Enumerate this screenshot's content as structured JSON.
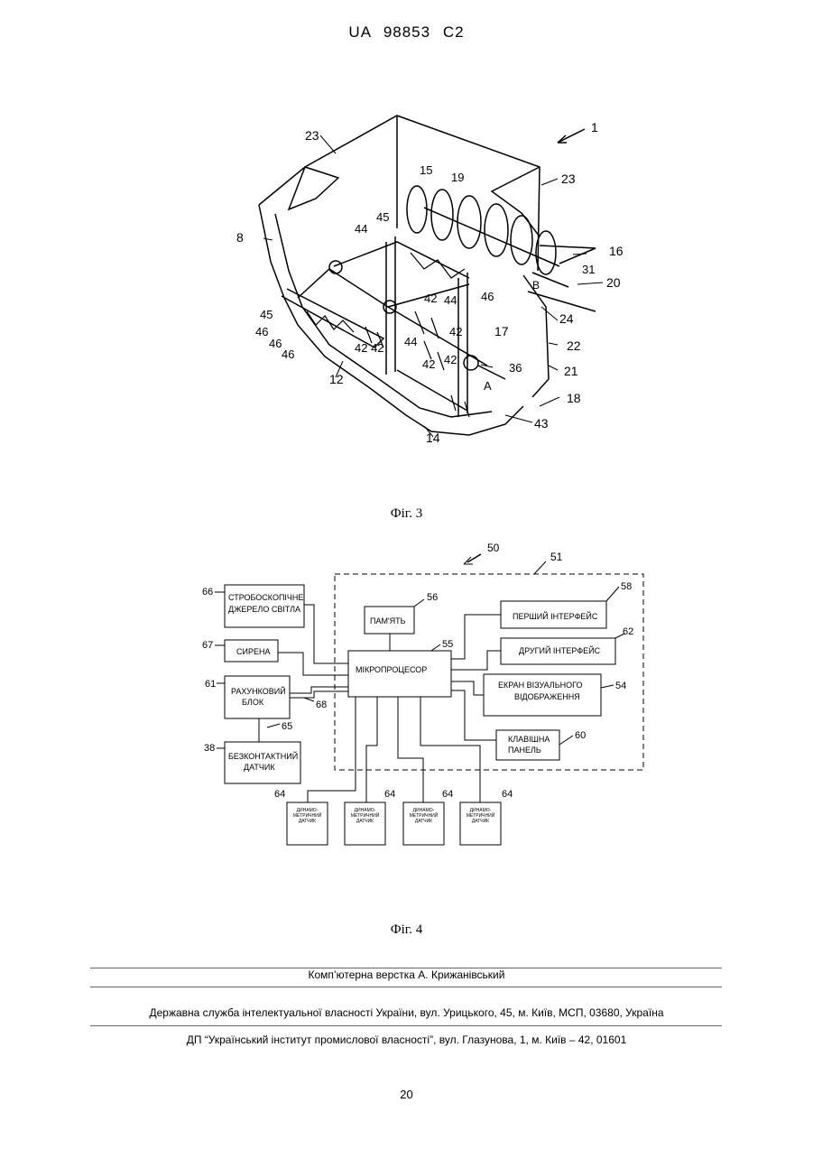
{
  "header": {
    "title": "UA   98853   C2"
  },
  "fig3": {
    "caption": "Фіг. 3",
    "labels": {
      "l1": "1",
      "l23a": "23",
      "l23b": "23",
      "l15": "15",
      "l19": "19",
      "l16": "16",
      "l8": "8",
      "l44a": "44",
      "l45a": "45",
      "l31": "31",
      "lB": "B",
      "l20": "20",
      "l45b": "45",
      "l46a": "46",
      "l46b": "46",
      "l46c": "46",
      "l46d": "46",
      "l42a": "42",
      "l44b": "44",
      "l42b": "42",
      "l17": "17",
      "l24": "24",
      "l4242": "42 42",
      "l44c": "44",
      "l42c": "42",
      "l42d": "42",
      "l22": "22",
      "l12": "12",
      "l36": "36",
      "lA": "A",
      "l21": "21",
      "l18": "18",
      "l14": "14",
      "l43": "43"
    }
  },
  "fig4": {
    "caption": "Фіг. 4",
    "n50": "50",
    "n51": "51",
    "b66": {
      "num": "66",
      "line1": "СТРОБОСКОПІЧНЕ",
      "line2": "ДЖЕРЕЛО СВІТЛА"
    },
    "b67": {
      "num": "67",
      "text": "СИРЕНА"
    },
    "b61": {
      "num": "61",
      "line1": "РАХУНКОВИЙ",
      "line2": "БЛОК"
    },
    "b38": {
      "num": "38",
      "line1": "БЕЗКОНТАКТНИЙ",
      "line2": "ДАТЧИК"
    },
    "n68": "68",
    "n65": "65",
    "b56": {
      "num": "56",
      "text": "ПАМ'ЯТЬ"
    },
    "b55": {
      "num": "55",
      "text": "МІКРОПРОЦЕСОР"
    },
    "b58": {
      "num": "58",
      "text": "ПЕРШИЙ ІНТЕРФЕЙС"
    },
    "b62": {
      "num": "62",
      "text": "ДРУГИЙ ІНТЕРФЕЙС"
    },
    "b54": {
      "num": "54",
      "line1": "ЕКРАН ВІЗУАЛЬНОГО",
      "line2": "ВІДОБРАЖЕННЯ"
    },
    "b60": {
      "num": "60",
      "line1": "КЛАВІШНА",
      "line2": "ПАНЕЛЬ"
    },
    "sensors": [
      {
        "num": "64",
        "line1": "ДИНАМО-",
        "line2": "МЕТРИЧНИЙ",
        "line3": "ДАТЧИК"
      },
      {
        "num": "64",
        "line1": "ДИНАМО-",
        "line2": "МЕТРИЧНИЙ",
        "line3": "ДАТЧИК"
      },
      {
        "num": "64",
        "line1": "ДИНАМО-",
        "line2": "МЕТРИЧНИЙ",
        "line3": "ДАТЧИК"
      },
      {
        "num": "64",
        "line1": "ДИНАМО-",
        "line2": "МЕТРИЧНИЙ",
        "line3": "ДАТЧИК"
      }
    ]
  },
  "footer": {
    "line1": "Комп’ютерна верстка А. Крижанівський",
    "line2": "Державна служба інтелектуальної власності України, вул. Урицького, 45, м. Київ, МСП, 03680, Україна",
    "line3": "ДП “Український інститут промислової власності”, вул. Глазунова, 1, м. Київ – 42, 01601"
  },
  "page_number": "20"
}
